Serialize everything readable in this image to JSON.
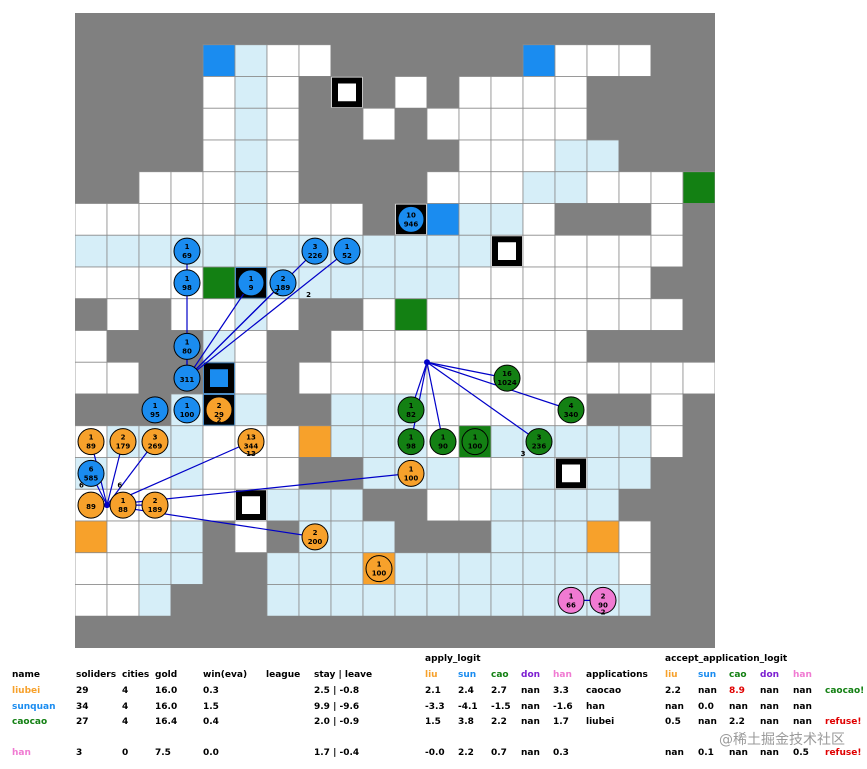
{
  "colors": {
    "mountain": "#808080",
    "plain": "#ffffff",
    "light": "#d6eef8",
    "grid": "#8c8c8c",
    "liubei": "#f7a12b",
    "sunquan": "#1a8cf0",
    "caocao": "#138013",
    "han": "#f07ad2",
    "edge": "#0000c8",
    "purple": "#7c1fd1",
    "red": "#e00000"
  },
  "board": {
    "rows": [
      "MMMMMMMMMMMMMMMMMMMM",
      "MMMMBLWWMMMMMMBWWWMM",
      "MMMMWLWMPMWMWWWWMMMM",
      "MMMMWLWMMWMWWWWWMMMM",
      "MMMMWLWMMMMMWWWLLMMM",
      "MMWWWLWMMMMWWWLLWWWG",
      "WWWWWLWWWMPBLLWMMMWM",
      "LLLLLLLLLLLLLPWWWWWM",
      "WWWWGCLLLLLLWWWWWWMM",
      "MWMWWLWMMWGWWWWWWWWM",
      "WMMMLWMMWWWWWWWWMMMM",
      "WWMMSWMWWWWWWWWWWWWW",
      "MMMLSLMMLLLWWWWWMMWM",
      "WLLLWWWOLLLWGLLLLLWM",
      "LWWLWWWMMLLLWWLPLLMM",
      "WWWWWPLLLMMWWLLLLMMM",
      "OWWLMWMLLLMMMLLLOWMM",
      "WWLLMMLLLOLLLLLLLWMM",
      "WWLMMMLLLLLLLLLLLLMM",
      "MMMMMMMMMMMMMMMMMMMM"
    ],
    "armies": [
      {
        "col": 3,
        "row": 7,
        "count": "1",
        "soldiers": "69",
        "owner": "sunquan"
      },
      {
        "col": 7,
        "row": 7,
        "count": "3",
        "soldiers": "226",
        "owner": "sunquan"
      },
      {
        "col": 8,
        "row": 7,
        "count": "1",
        "soldiers": "52",
        "owner": "sunquan"
      },
      {
        "col": 3,
        "row": 8,
        "count": "1",
        "soldiers": "98",
        "owner": "sunquan"
      },
      {
        "col": 5,
        "row": 8,
        "count": "1",
        "soldiers": "9",
        "owner": "sunquan"
      },
      {
        "col": 6,
        "row": 8,
        "count": "2",
        "soldiers": "189",
        "owner": "sunquan"
      },
      {
        "col": 3,
        "row": 10,
        "count": "1",
        "soldiers": "80",
        "owner": "sunquan"
      },
      {
        "col": 3,
        "row": 11,
        "count": "",
        "soldiers": "311",
        "owner": "sunquan"
      },
      {
        "col": 10,
        "row": 6,
        "count": "10",
        "soldiers": "946",
        "owner": "sunquan"
      },
      {
        "col": 2,
        "row": 12,
        "count": "1",
        "soldiers": "95",
        "owner": "sunquan"
      },
      {
        "col": 3,
        "row": 12,
        "count": "1",
        "soldiers": "100",
        "owner": "sunquan"
      },
      {
        "col": 0,
        "row": 14,
        "count": "6",
        "soldiers": "585",
        "owner": "sunquan"
      },
      {
        "col": 4,
        "row": 12,
        "count": "2",
        "soldiers": "29",
        "owner": "liubei"
      },
      {
        "col": 0,
        "row": 13,
        "count": "1",
        "soldiers": "89",
        "owner": "liubei"
      },
      {
        "col": 1,
        "row": 13,
        "count": "2",
        "soldiers": "179",
        "owner": "liubei"
      },
      {
        "col": 2,
        "row": 13,
        "count": "3",
        "soldiers": "269",
        "owner": "liubei"
      },
      {
        "col": 5,
        "row": 13,
        "count": "13",
        "soldiers": "344",
        "owner": "liubei"
      },
      {
        "col": 0,
        "row": 15,
        "count": "",
        "soldiers": "89",
        "owner": "liubei"
      },
      {
        "col": 1,
        "row": 15,
        "count": "1",
        "soldiers": "88",
        "owner": "liubei"
      },
      {
        "col": 2,
        "row": 15,
        "count": "2",
        "soldiers": "189",
        "owner": "liubei"
      },
      {
        "col": 10,
        "row": 14,
        "count": "1",
        "soldiers": "100",
        "owner": "liubei"
      },
      {
        "col": 7,
        "row": 16,
        "count": "2",
        "soldiers": "200",
        "owner": "liubei"
      },
      {
        "col": 9,
        "row": 17,
        "count": "1",
        "soldiers": "100",
        "owner": "liubei"
      },
      {
        "col": 13,
        "row": 11,
        "count": "16",
        "soldiers": "1024",
        "owner": "caocao"
      },
      {
        "col": 10,
        "row": 12,
        "count": "1",
        "soldiers": "82",
        "owner": "caocao"
      },
      {
        "col": 15,
        "row": 12,
        "count": "4",
        "soldiers": "340",
        "owner": "caocao"
      },
      {
        "col": 10,
        "row": 13,
        "count": "1",
        "soldiers": "98",
        "owner": "caocao"
      },
      {
        "col": 11,
        "row": 13,
        "count": "1",
        "soldiers": "90",
        "owner": "caocao"
      },
      {
        "col": 12,
        "row": 13,
        "count": "1",
        "soldiers": "100",
        "owner": "caocao"
      },
      {
        "col": 14,
        "row": 13,
        "count": "3",
        "soldiers": "236",
        "owner": "caocao"
      },
      {
        "col": 15,
        "row": 18,
        "count": "1",
        "soldiers": "66",
        "owner": "han"
      },
      {
        "col": 16,
        "row": 18,
        "count": "2",
        "soldiers": "90",
        "owner": "han"
      }
    ],
    "moves": [
      {
        "from": [
          3,
          11
        ],
        "to": [
          3,
          7
        ]
      },
      {
        "from": [
          3,
          11
        ],
        "to": [
          7,
          7
        ]
      },
      {
        "from": [
          3,
          11
        ],
        "to": [
          8,
          7
        ]
      },
      {
        "from": [
          3,
          11
        ],
        "to": [
          5,
          8
        ]
      },
      {
        "from": [
          3,
          11
        ],
        "to": [
          6,
          8
        ]
      },
      {
        "from": [
          3,
          11
        ],
        "to": [
          3,
          10
        ]
      },
      {
        "from": [
          10.5,
          10.5
        ],
        "to": [
          10,
          12
        ]
      },
      {
        "from": [
          10.5,
          10.5
        ],
        "to": [
          11,
          13
        ]
      },
      {
        "from": [
          10.5,
          10.5
        ],
        "to": [
          13,
          11
        ]
      },
      {
        "from": [
          10.5,
          10.5
        ],
        "to": [
          15,
          12
        ]
      },
      {
        "from": [
          10.5,
          10.5
        ],
        "to": [
          14,
          13
        ]
      },
      {
        "from": [
          10.5,
          10.5
        ],
        "to": [
          10,
          13
        ]
      },
      {
        "from": [
          0.5,
          15
        ],
        "to": [
          0,
          13
        ]
      },
      {
        "from": [
          0.5,
          15
        ],
        "to": [
          1,
          13
        ]
      },
      {
        "from": [
          0.5,
          15
        ],
        "to": [
          2,
          13
        ]
      },
      {
        "from": [
          0.5,
          15
        ],
        "to": [
          5,
          13
        ]
      },
      {
        "from": [
          0.5,
          15
        ],
        "to": [
          10,
          14
        ]
      },
      {
        "from": [
          0.5,
          15
        ],
        "to": [
          7,
          16
        ]
      },
      {
        "from": [
          0.5,
          15
        ],
        "to": [
          2,
          15
        ]
      },
      {
        "from": [
          0.5,
          15
        ],
        "to": [
          0,
          14
        ]
      },
      {
        "from": [
          15,
          18
        ],
        "to": [
          16,
          18
        ]
      }
    ],
    "labels": [
      {
        "col": 5.8,
        "row": 8.35,
        "text": "2"
      },
      {
        "col": 6.8,
        "row": 8.45,
        "text": "2"
      },
      {
        "col": 4,
        "row": 12.4,
        "text": "2"
      },
      {
        "col": 5,
        "row": 13.45,
        "text": "13"
      },
      {
        "col": 13.5,
        "row": 13.45,
        "text": "3"
      },
      {
        "col": -0.3,
        "row": 14.45,
        "text": "6"
      },
      {
        "col": 0.9,
        "row": 14.45,
        "text": "6"
      },
      {
        "col": 16,
        "row": 18.45,
        "text": "2"
      }
    ]
  },
  "stats": {
    "apply_title": "apply_logit",
    "accept_title": "accept_application_logit",
    "headers": [
      "name",
      "soliders",
      "cities",
      "gold",
      "win(eva)",
      "league",
      "stay | leave"
    ],
    "team_headers": [
      "liu",
      "sun",
      "cao",
      "don",
      "han"
    ],
    "applications_header": "applications",
    "rows": [
      {
        "name": "liubei",
        "soliders": "29",
        "cities": "4",
        "gold": "16.0",
        "win": "0.3",
        "league": "",
        "stay": "2.5 | -0.8",
        "apply": [
          "2.1",
          "2.4",
          "2.7",
          "nan",
          "3.3"
        ],
        "applications": "caocao",
        "accept": [
          "2.2",
          "nan",
          "8.9",
          "nan",
          "nan"
        ],
        "result": "caocao!"
      },
      {
        "name": "sunquan",
        "soliders": "34",
        "cities": "4",
        "gold": "16.0",
        "win": "1.5",
        "league": "",
        "stay": "9.9 | -9.6",
        "apply": [
          "-3.3",
          "-4.1",
          "-1.5",
          "nan",
          "-1.6"
        ],
        "applications": "han",
        "accept": [
          "nan",
          "0.0",
          "nan",
          "nan",
          "nan"
        ],
        "result": ""
      },
      {
        "name": "caocao",
        "soliders": "27",
        "cities": "4",
        "gold": "16.4",
        "win": "0.4",
        "league": "",
        "stay": "2.0 | -0.9",
        "apply": [
          "1.5",
          "3.8",
          "2.2",
          "nan",
          "1.7"
        ],
        "applications": "liubei",
        "accept": [
          "0.5",
          "nan",
          "2.2",
          "nan",
          "nan"
        ],
        "result": "refuse!"
      },
      {
        "name": "han",
        "soliders": "3",
        "cities": "0",
        "gold": "7.5",
        "win": "0.0",
        "league": "",
        "stay": "1.7 | -0.4",
        "apply": [
          "-0.0",
          "2.2",
          "0.7",
          "nan",
          "0.3"
        ],
        "applications": "",
        "accept": [
          "nan",
          "0.1",
          "nan",
          "nan",
          "0.5"
        ],
        "result": "refuse!"
      }
    ],
    "watermark": "@稀土掘金技术社区"
  }
}
